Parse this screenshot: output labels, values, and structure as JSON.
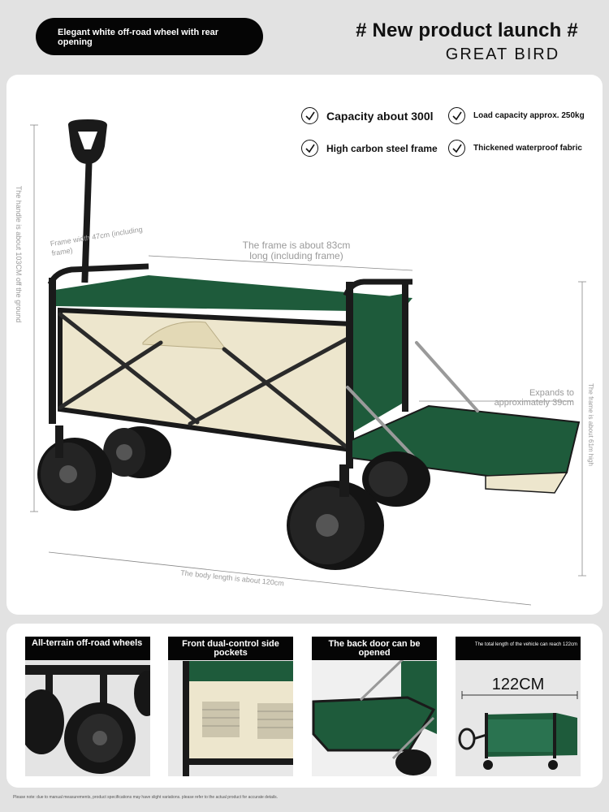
{
  "header": {
    "pill_text": "Elegant white off-road wheel with rear opening",
    "launch_title": "# New product launch #",
    "brand": "GREAT BIRD"
  },
  "features": [
    {
      "label": "Capacity about 300l"
    },
    {
      "label": "Load capacity approx. 250kg"
    },
    {
      "label": "High carbon steel frame"
    },
    {
      "label": "Thickened waterproof fabric"
    }
  ],
  "dimensions": {
    "handle_height": "The handle is about 103CM off the ground",
    "frame_width": "Frame width 47cm (including frame)",
    "frame_length": "The frame is about 83cm long (including frame)",
    "expands": "Expands to approximately 39cm",
    "frame_height": "The frame is about 61m high",
    "body_length": "The body length is about 120cm"
  },
  "tiles": [
    {
      "label": "All-terrain off-road wheels"
    },
    {
      "label": "Front dual-control side pockets"
    },
    {
      "label": "The back door can be opened"
    },
    {
      "label": "The total length of the vehicle can reach 122cm",
      "measure": "122CM"
    }
  ],
  "footer": {
    "note": "Please note: due to manual measurements, product specifications may have slight variations. please refer to the actual product for accurate details."
  },
  "colors": {
    "fabric_green": "#1e5b3b",
    "panel_cream": "#ede6cd",
    "frame_black": "#1a1a1a"
  }
}
